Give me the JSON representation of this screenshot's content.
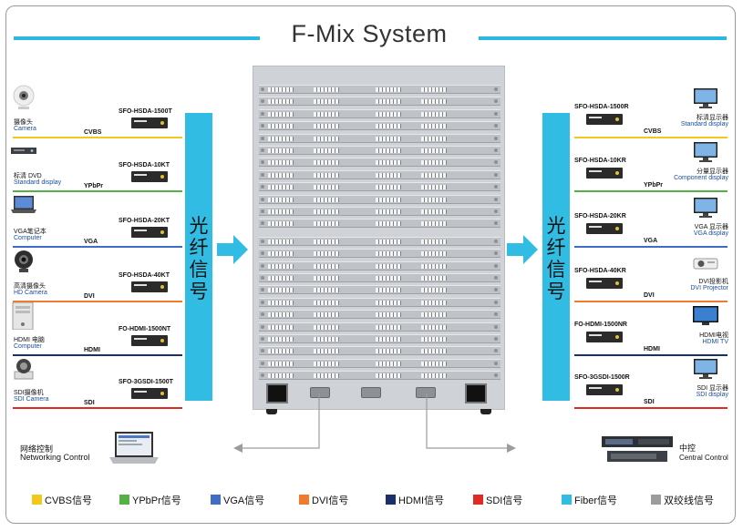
{
  "title": "F-Mix System",
  "fiber_label": [
    "光",
    "纤",
    "信",
    "号"
  ],
  "inputs": [
    {
      "cn": "摄像头",
      "en": "Camera",
      "signal": "CVBS",
      "model": "SFO-HSDA-1500T",
      "color": "#f2c81d",
      "icon": "webcam-icon"
    },
    {
      "cn": "标清 DVD",
      "en": "Standard display",
      "signal": "YPbPr",
      "model": "SFO-HSDA-10KT",
      "color": "#55b045",
      "icon": "dvd-player-icon"
    },
    {
      "cn": "VGA笔记本",
      "en": "Computer",
      "signal": "VGA",
      "model": "SFO-HSDA-20KT",
      "color": "#3f6cc5",
      "icon": "laptop-icon"
    },
    {
      "cn": "高清摄像头",
      "en": "HD Camera",
      "signal": "DVI",
      "model": "SFO-HSDA-40KT",
      "color": "#ee7b2e",
      "icon": "hd-camera-icon"
    },
    {
      "cn": "HDMI 电脑",
      "en": "Computer",
      "signal": "HDMI",
      "model": "FO-HDMI-1500NT",
      "color": "#1a2f6b",
      "icon": "pc-tower-icon"
    },
    {
      "cn": "SDI摄像机",
      "en": "SDI Camera",
      "signal": "SDI",
      "model": "SFO-3GSDI-1500T",
      "color": "#e02a24",
      "icon": "ptz-camera-icon"
    }
  ],
  "outputs": [
    {
      "cn": "标清显示器",
      "en": "Standard display",
      "signal": "CVBS",
      "model": "SFO-HSDA-1500R",
      "color": "#f2c81d",
      "icon": "monitor-icon"
    },
    {
      "cn": "分量显示器",
      "en": "Component display",
      "signal": "YPbPr",
      "model": "SFO-HSDA-10KR",
      "color": "#55b045",
      "icon": "monitor-icon"
    },
    {
      "cn": "VGA 显示器",
      "en": "VGA display",
      "signal": "VGA",
      "model": "SFO-HSDA-20KR",
      "color": "#3f6cc5",
      "icon": "monitor-icon"
    },
    {
      "cn": "DVI投影机",
      "en": "DVI Projector",
      "signal": "DVI",
      "model": "SFO-HSDA-40KR",
      "color": "#ee7b2e",
      "icon": "projector-icon"
    },
    {
      "cn": "HDMI电视",
      "en": "HDMI TV",
      "signal": "HDMI",
      "model": "FO-HDMI-1500NR",
      "color": "#1a2f6b",
      "icon": "tv-icon"
    },
    {
      "cn": "SDI 显示器",
      "en": "SDI display",
      "signal": "SDI",
      "model": "SFO-3GSDI-1500R",
      "color": "#e02a24",
      "icon": "monitor-icon"
    }
  ],
  "network": {
    "cn": "网络控制",
    "en": "Networking Control"
  },
  "central": {
    "cn": "中控",
    "en": "Central Control"
  },
  "legend": [
    {
      "label": "CVBS信号",
      "color": "#f2c81d"
    },
    {
      "label": "YPbPr信号",
      "color": "#55b045"
    },
    {
      "label": "VGA信号",
      "color": "#3f6cc5"
    },
    {
      "label": "DVI信号",
      "color": "#ee7b2e"
    },
    {
      "label": "HDMI信号",
      "color": "#1a2f6b"
    },
    {
      "label": "SDI信号",
      "color": "#e02a24"
    },
    {
      "label": "Fiber信号",
      "color": "#31bde3"
    },
    {
      "label": "双绞线信号",
      "color": "#9c9c9c"
    }
  ]
}
